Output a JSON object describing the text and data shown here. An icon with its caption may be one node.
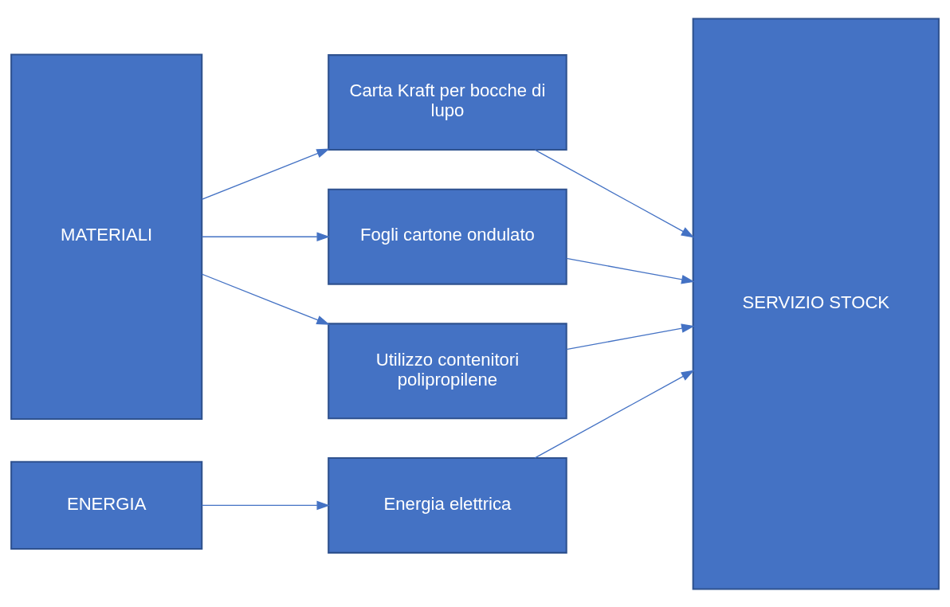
{
  "diagram": {
    "nodes": [
      {
        "text": [
          "MATERIALI"
        ]
      },
      {
        "text": [
          "Carta Kraft per bocche di lupo"
        ]
      },
      {
        "text": [
          "Fogli cartone ondulato"
        ]
      },
      {
        "text": [
          "Utilizzo contenitori polipropilene"
        ]
      },
      {
        "text": [
          "ENERGIA"
        ]
      },
      {
        "text": [
          "Energia elettrica"
        ]
      },
      {
        "text": [
          "SERVIZIO STOCK"
        ]
      }
    ],
    "edges": [
      {
        "from": 0,
        "to": 1,
        "arrow": "to"
      },
      {
        "from": 0,
        "to": 2,
        "arrow": "to"
      },
      {
        "from": 0,
        "to": 3,
        "arrow": "to"
      },
      {
        "from": 4,
        "to": 5,
        "arrow": "to"
      },
      {
        "from": 1,
        "to": 6,
        "arrow": "to"
      },
      {
        "from": 2,
        "to": 6,
        "arrow": "to"
      },
      {
        "from": 3,
        "to": 6,
        "arrow": "to"
      },
      {
        "from": 5,
        "to": 6,
        "arrow": "to"
      }
    ]
  }
}
